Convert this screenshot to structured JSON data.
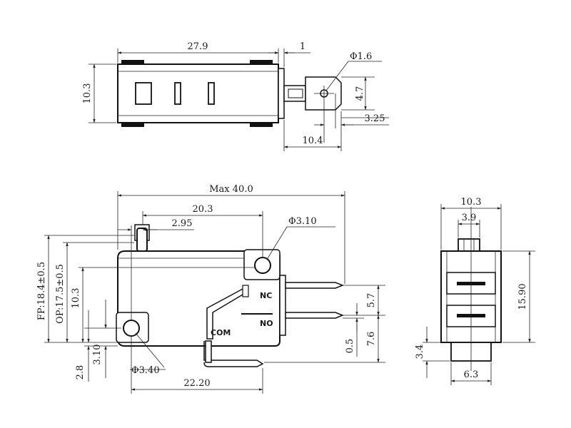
{
  "top_view": {
    "length": "27.9",
    "terminal_offset": "1",
    "hole_dia": "Φ1.6",
    "height": "10.3",
    "tab_width": "4.7",
    "hole_offset": "3.25",
    "terminal_length": "10.4"
  },
  "front_view": {
    "max_length": "Max 40.0",
    "hole_spacing": "20.3",
    "plunger_offset": "2.95",
    "top_hole_dia": "Φ3.10",
    "free_position": "FP:18.4±0.5",
    "operating_position": "OP:17.5±0.5",
    "body_height": "10.3",
    "terminal_spacing": "5.7",
    "terminal_thickness": "0.5",
    "com_offset": "7.6",
    "bottom_hole_offset": "3.10",
    "bottom_edge": "2.8",
    "bottom_hole_dia": "Φ3.40",
    "bottom_hole_spacing": "22.20",
    "label_nc": "NC",
    "label_no": "NO",
    "label_com": "COM"
  },
  "side_view": {
    "width": "10.3",
    "plunger_width": "3.9",
    "height": "15.90",
    "base_height": "3.4",
    "base_width": "6.3"
  }
}
